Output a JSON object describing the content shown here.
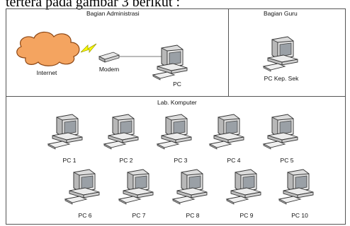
{
  "caption": "tertera pada gambar 3 berikut :",
  "sections": {
    "admin": "Bagian Administrasi",
    "guru": "Bagian Guru",
    "lab": "Lab. Komputer"
  },
  "devices": {
    "internet": "Internet",
    "modem": "Modem",
    "admin_pc": "PC",
    "kepsek_pc": "PC Kep. Sek"
  },
  "lab_pcs": [
    "PC 1",
    "PC 2",
    "PC 3",
    "PC 4",
    "PC 5",
    "PC 6",
    "PC 7",
    "PC 8",
    "PC 9",
    "PC 10"
  ],
  "colors": {
    "cloud": "#f4a460",
    "lightning": "#ffff00",
    "pc_body": "#dcdcdc",
    "screen": "#9aa0a6"
  }
}
